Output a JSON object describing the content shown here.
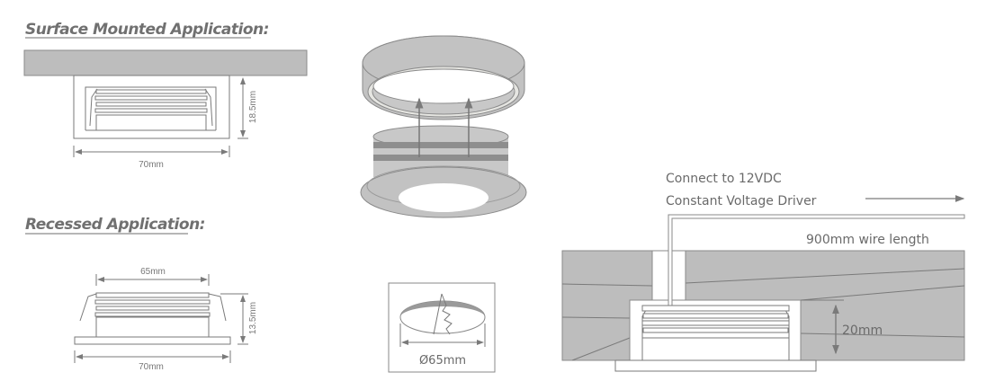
{
  "surface": {
    "title": "Surface Mounted Application:",
    "width_label": "70mm",
    "height_label": "18.5mm"
  },
  "recessed": {
    "title": "Recessed Application:",
    "top_width_label": "65mm",
    "width_label": "70mm",
    "height_label": "13.5mm"
  },
  "cutout": {
    "diameter_label": "Ø65mm"
  },
  "installation": {
    "connect_line1": "Connect to 12VDC",
    "connect_line2": "Constant Voltage Driver",
    "wire_label": "900mm wire length",
    "depth_label": "20mm"
  },
  "colors": {
    "line": "#7a7a7a",
    "fill": "#bdbdbd",
    "text": "#6d6d6d"
  }
}
